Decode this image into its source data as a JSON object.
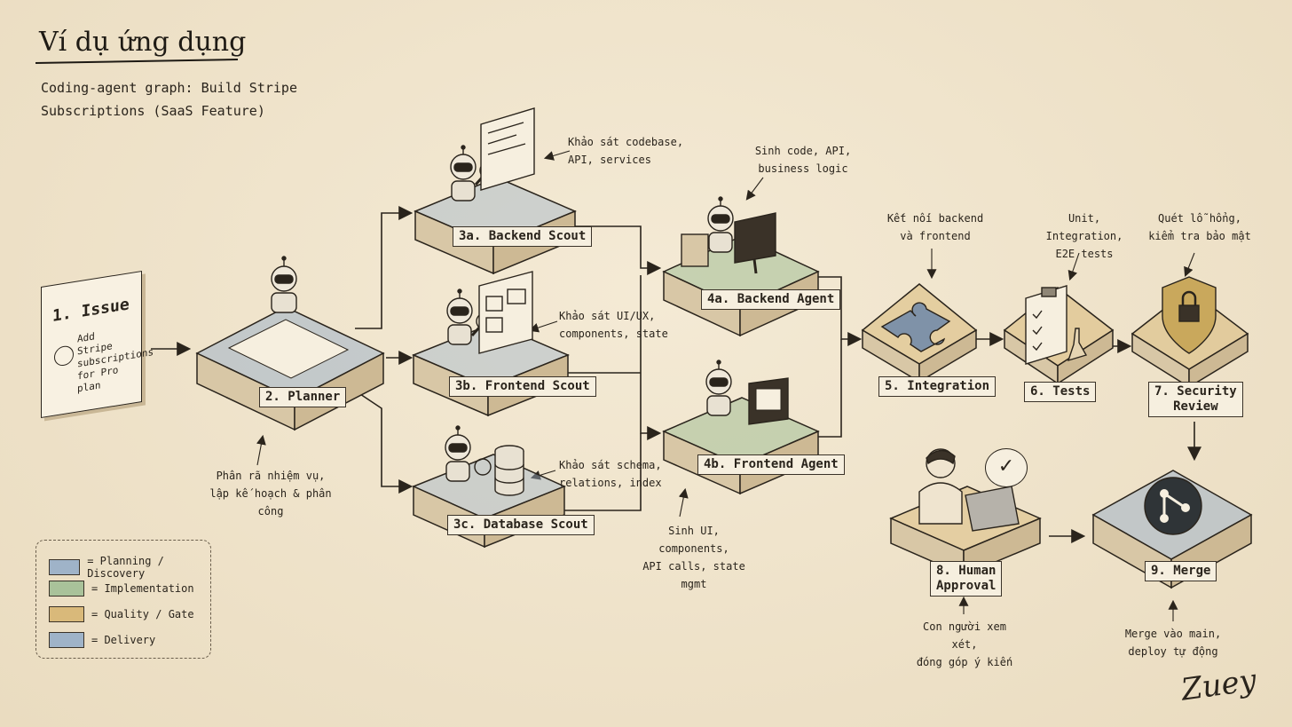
{
  "title": "Ví dụ ứng dụng",
  "subtitle": "Coding-agent graph: Build Stripe Subscriptions (SaaS Feature)",
  "issue": {
    "title": "1. Issue",
    "body": "Add Stripe\nsubscriptions\nfor Pro plan"
  },
  "nodes": {
    "planner": "2. Planner",
    "backend_scout": "3a. Backend Scout",
    "frontend_scout": "3b. Frontend Scout",
    "database_scout": "3c. Database Scout",
    "backend_agent": "4a. Backend Agent",
    "frontend_agent": "4b. Frontend Agent",
    "integration": "5. Integration",
    "tests": "6. Tests",
    "security_review": "7. Security\nReview",
    "human_approval": "8. Human\nApproval",
    "merge": "9. Merge"
  },
  "notes": {
    "planner": "Phân rã nhiệm vụ,\nlập kế hoạch & phân công",
    "backend_scout": "Khảo sát codebase,\nAPI, services",
    "frontend_scout": "Khảo sát UI/UX,\ncomponents, state",
    "database_scout": "Khảo sát schema,\nrelations, index",
    "backend_agent": "Sinh code, API,\nbusiness logic",
    "frontend_agent": "Sinh UI, components,\nAPI calls, state mgmt",
    "integration": "Kết nối backend\nvà frontend",
    "tests": "Unit, Integration,\nE2E tests",
    "security": "Quét lỗ hổng,\nkiểm tra bảo mật",
    "human": "Con người xem xét,\nđóng góp ý kiến",
    "merge": "Merge vào main,\ndeploy tự động"
  },
  "legend": [
    {
      "label": "= Planning / Discovery",
      "color": "#9fb3c8"
    },
    {
      "label": "= Implementation",
      "color": "#a9c29a"
    },
    {
      "label": "= Quality / Gate",
      "color": "#d9b97a"
    },
    {
      "label": "= Delivery",
      "color": "#9fb3c8"
    }
  ],
  "signature": "Zuey",
  "colors": {
    "planning": "#9fb3c8",
    "implementation": "#a9c29a",
    "quality": "#d9b97a",
    "delivery": "#9fb3c8",
    "platform_side": "#d8c7a6",
    "ink": "#2a241c"
  },
  "icons": {
    "issue": "user-avatar-icon",
    "planner": "robot-icon",
    "scouts": "robot-magnifier-icon",
    "agents": "robot-computer-icon",
    "integration": "puzzle-icon",
    "tests": "clipboard-check-icon",
    "security": "shield-lock-icon",
    "human": "person-laptop-icon",
    "merge": "git-merge-icon"
  }
}
